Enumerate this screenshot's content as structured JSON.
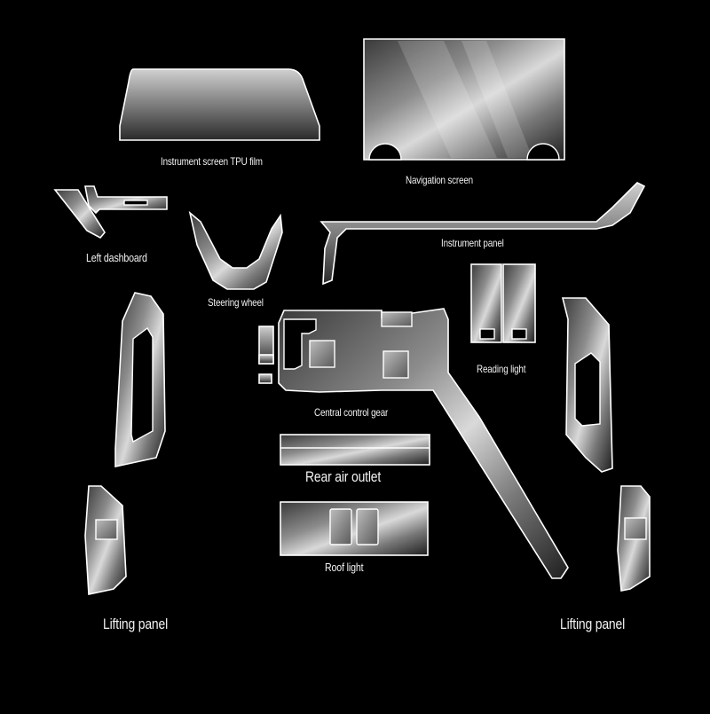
{
  "labels": {
    "instrument_screen": "Instrument screen TPU film",
    "navigation_screen": "Navigation screen",
    "left_dashboard": "Left dashboard",
    "steering_wheel": "Steering wheel",
    "instrument_panel": "Instrument panel",
    "reading_light": "Reading light",
    "central_control_gear": "Central control gear",
    "rear_air_outlet": "Rear air outlet",
    "roof_light": "Roof light",
    "lifting_panel_left": "Lifting panel",
    "lifting_panel_right": "Lifting panel"
  },
  "colors": {
    "background": "#000000",
    "film_edge": "#ffffff",
    "film_fill_light": "#dcdcdc",
    "film_fill_dark": "#2a2a2a",
    "label_text": "#f2f2f2"
  }
}
